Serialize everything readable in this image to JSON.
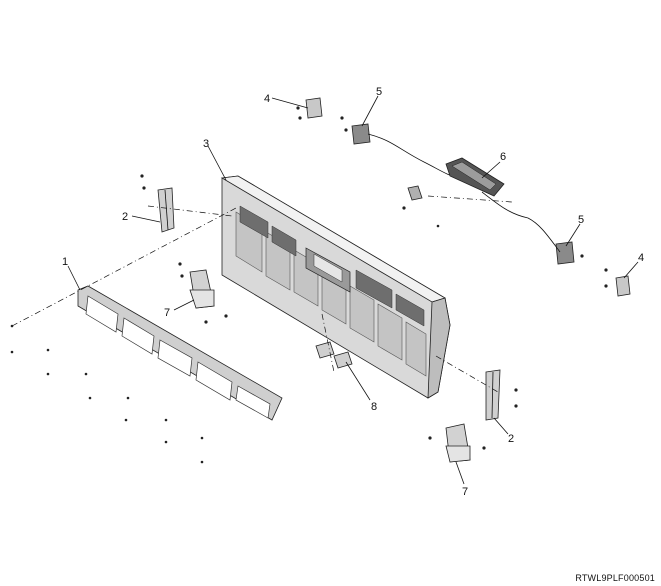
{
  "callouts": {
    "c1": "1",
    "c2a": "2",
    "c2b": "2",
    "c3": "3",
    "c4a": "4",
    "c4b": "4",
    "c5a": "5",
    "c5b": "5",
    "c6": "6",
    "c7a": "7",
    "c7b": "7",
    "c8": "8"
  },
  "reference_code": "RTWL9PLF000501"
}
